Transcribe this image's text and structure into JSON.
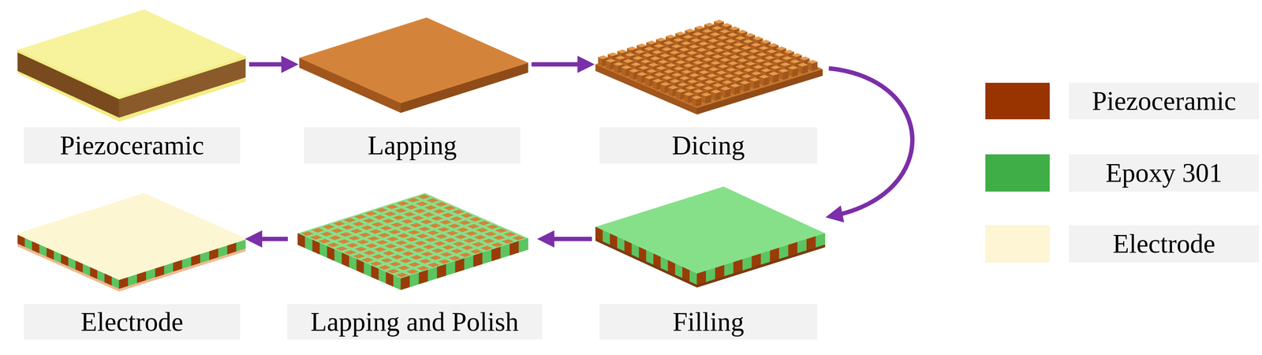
{
  "diagram": {
    "nodes": [
      {
        "text": [
          "Piezoceramic"
        ]
      },
      {
        "text": [
          "Lapping"
        ]
      },
      {
        "text": [
          "Dicing"
        ]
      },
      {
        "text": [
          "Filling"
        ]
      },
      {
        "text": [
          "Lapping and Polish"
        ]
      },
      {
        "text": [
          "Electrode"
        ]
      }
    ],
    "edges": [
      {
        "from": 0,
        "to": 1,
        "arrow": "to"
      },
      {
        "from": 1,
        "to": 2,
        "arrow": "to"
      },
      {
        "from": 2,
        "to": 3,
        "arrow": "to"
      },
      {
        "from": 3,
        "to": 4,
        "arrow": "to"
      },
      {
        "from": 4,
        "to": 5,
        "arrow": "to"
      }
    ],
    "legend": [
      {
        "text": "Piezoceramic",
        "color": "#993300"
      },
      {
        "text": "Epoxy 301",
        "color": "#3fae46"
      },
      {
        "text": "Electrode",
        "color": "#fdf5d3"
      }
    ]
  }
}
